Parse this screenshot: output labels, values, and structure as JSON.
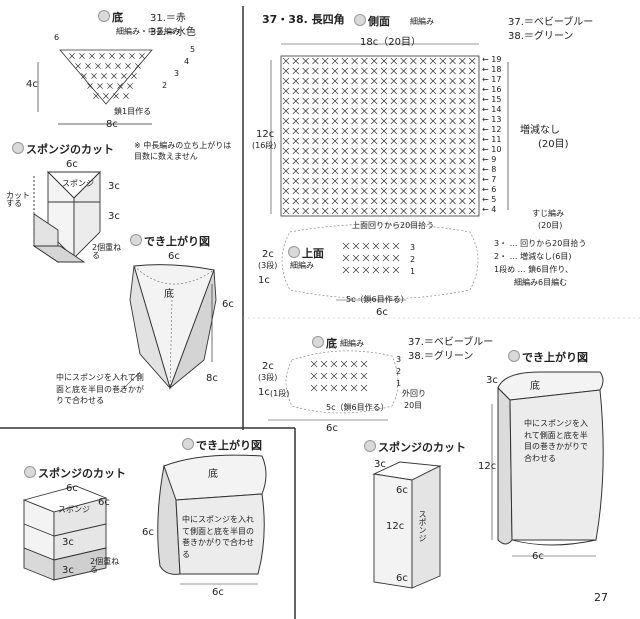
{
  "top_left": {
    "bottom_title": "底",
    "bottom_stitch": "細編み・中長編み",
    "color31": "31.＝赤",
    "color32": "32.＝水色",
    "row6": "6",
    "row5": "5",
    "row4": "4",
    "row3": "3",
    "row2": "2",
    "chain_note": "鎖1目作る",
    "height_label": "4c",
    "width_label": "8c",
    "sponge_title": "スポンジのカット",
    "sponge_text": "スポンジ",
    "sponge_6c": "6c",
    "sponge_3c_a": "3c",
    "sponge_3c_b": "3c",
    "cut_label": "カットする",
    "two_stack": "2個重ねる",
    "note": "※ 中長編みの立ち上がりは目数に数えません",
    "finished_title": "でき上がり図",
    "finished_6c": "6c",
    "finished_6c_side": "6c",
    "finished_8c": "8c",
    "finished_body": "底",
    "finished_note": "中にスポンジを入れて側面と底を半目の巻きかがりで合わせる"
  },
  "top_right": {
    "shape_title": "37・38. 長四角",
    "side_title": "側面",
    "side_stitch": "細編み",
    "color37": "37.＝ベビーブルー",
    "color38": "38.＝グリーン",
    "width_label": "18c（20目）",
    "height_label": "12c",
    "height_rows": "(16段)",
    "row_numbers": [
      "19",
      "18",
      "17",
      "16",
      "15",
      "14",
      "13",
      "12",
      "11",
      "10",
      "9",
      "8",
      "7",
      "6",
      "5",
      "4"
    ],
    "no_change": "増減なし",
    "no_change_count": "(20目)",
    "back_loop": "すじ編み",
    "back_loop_count": "(20目)",
    "top_title": "上面",
    "top_stitch": "細編み",
    "top_pickup": "上面回りから20目拾う",
    "top_h": "2c",
    "top_h_rows": "(3段)",
    "top_row1": "1c",
    "top_chain": "5c（鎖6目作る）",
    "top_width": "6c",
    "row_guide": [
      "3・ … 回りから20目拾う",
      "2・ … 増減なし(6目)",
      "1段め … 鎖6目作り、",
      "細編み6目編む"
    ],
    "top_rows": [
      "3",
      "2",
      "1"
    ]
  },
  "middle": {
    "bottom_title": "底",
    "bottom_stitch": "細編み",
    "color37": "37.＝ベビーブルー",
    "color38": "38.＝グリーン",
    "h_label": "2c",
    "h_rows": "(3段)",
    "row1": "1c",
    "row1_rows": "(1段)",
    "chain": "5c（鎖6目作る）",
    "width": "6c",
    "pickup": "外回り",
    "pickup_count": "20目",
    "rows": [
      "3",
      "2",
      "1"
    ],
    "finished_title": "でき上がり図",
    "finished_3c": "3c",
    "finished_12c": "12c",
    "finished_6c": "6c",
    "finished_body": "底",
    "finished_note": "中にスポンジを入れて側面と底を半目の巻きかがりで合わせる",
    "sponge_title": "スポンジのカット",
    "sponge_3c": "3c",
    "sponge_6c_top": "6c",
    "sponge_12c": "12c",
    "sponge_6c_bottom": "6c",
    "sponge_text": "スポンジ"
  },
  "bottom_left": {
    "sponge_title": "スポンジのカット",
    "sponge_6c": "6c",
    "sponge_6c_side": "6c",
    "sponge_3c_a": "3c",
    "sponge_3c_b": "3c",
    "sponge_text": "スポンジ",
    "two_stack": "2個重ねる",
    "finished_title": "でき上がり図",
    "finished_6c_side": "6c",
    "finished_6c_bottom": "6c",
    "finished_body": "底",
    "finished_note": "中にスポンジを入れて側面と底を半目の巻きかがりで合わせる"
  },
  "page_number": "27"
}
